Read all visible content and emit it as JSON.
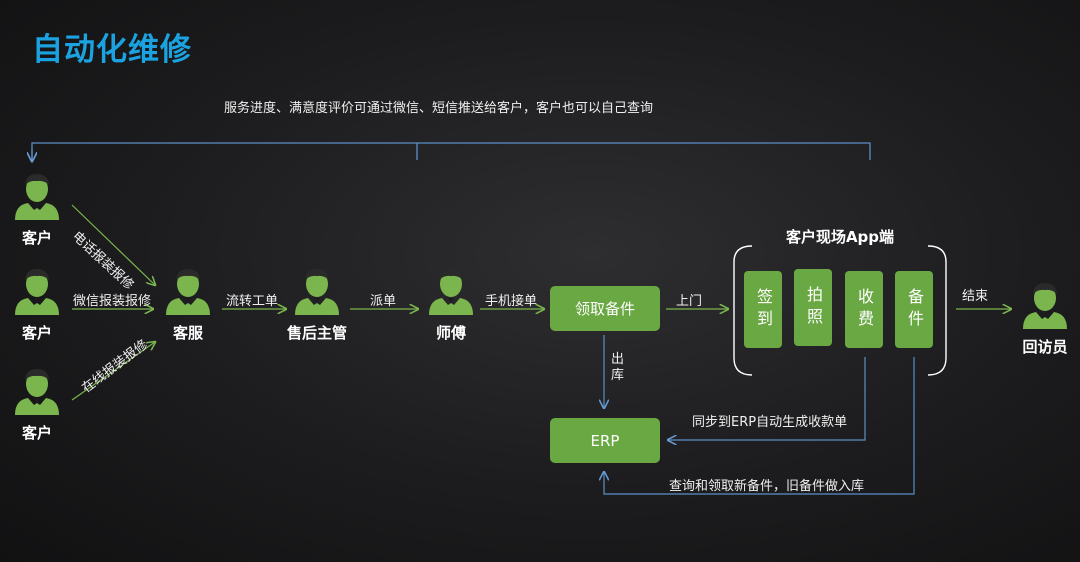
{
  "title": "自动化维修",
  "notice": "服务进度、满意度评价可通过微信、短信推送给客户，客户也可以自己查询",
  "customers": [
    "客户",
    "客户",
    "客户"
  ],
  "channels": [
    "电话报装报修",
    "微信报装报修",
    "在线报装报修"
  ],
  "roles": {
    "service": "客服",
    "manager": "售后主管",
    "technician": "师傅",
    "visitor": "回访员"
  },
  "flow": {
    "transfer": "流转工单",
    "dispatch": "派单",
    "accept": "手机接单",
    "onsite": "上门",
    "finish": "结束",
    "outbound": "出库"
  },
  "pickup_box": "领取备件",
  "erp_box": "ERP",
  "app_panel": {
    "title": "客户现场App端",
    "items": [
      "签到",
      "拍照",
      "收费",
      "备件"
    ]
  },
  "sync_note": "同步到ERP自动生成收款单",
  "query_note": "查询和领取新备件，旧备件做入库",
  "colors": {
    "title": "#1aa3e0",
    "green": "#6aa843",
    "line": "#5b8fc7",
    "person": "#7bb54d"
  }
}
